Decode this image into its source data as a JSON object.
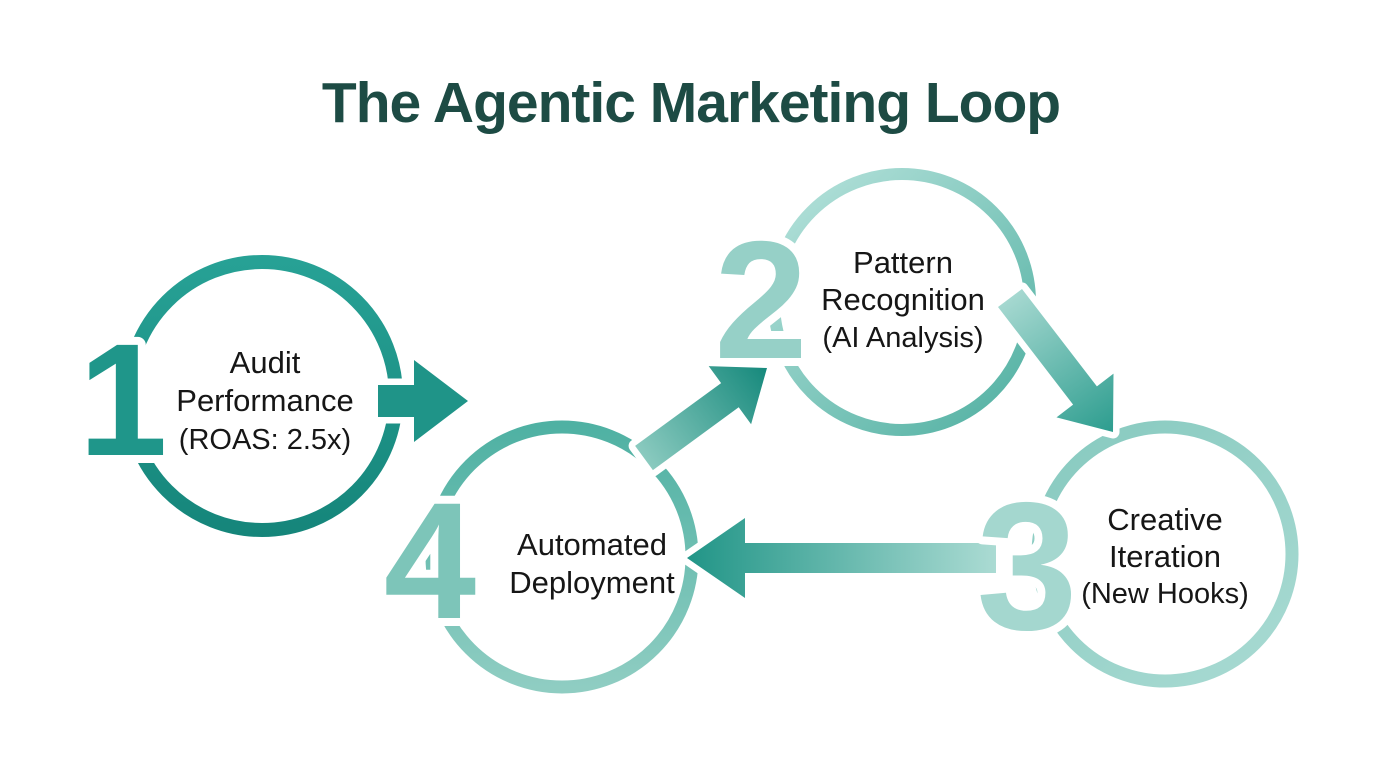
{
  "title": "The Agentic Marketing Loop",
  "steps": [
    {
      "number": "1",
      "lines": [
        "Audit",
        "Performance",
        "(ROAS: 2.5x)"
      ]
    },
    {
      "number": "2",
      "lines": [
        "Pattern",
        "Recognition",
        "(AI Analysis)"
      ]
    },
    {
      "number": "3",
      "lines": [
        "Creative",
        "Iteration",
        "(New Hooks)"
      ]
    },
    {
      "number": "4",
      "lines": [
        "Automated",
        "Deployment"
      ]
    }
  ],
  "arrows": [
    {
      "name": "from-step-1",
      "direction": "right"
    },
    {
      "name": "step-4-to-step-2",
      "direction": "up-right"
    },
    {
      "name": "step-2-to-step-3",
      "direction": "down-right"
    },
    {
      "name": "step-3-to-step-4",
      "direction": "left"
    }
  ],
  "colors": {
    "background": "#ffffff",
    "title": "#1d4b44",
    "label": "#161616",
    "ring1_a": "#27a195",
    "ring1_b": "#15857a",
    "ring2_a": "#b4e1da",
    "ring2_b": "#55b2a4",
    "ring3_a": "#8acbc1",
    "ring3_b": "#a6d9d1",
    "ring4_a": "#4fb1a3",
    "ring4_b": "#8fcdc2",
    "num1": "#1f968a",
    "num2": "#96d0c7",
    "num3": "#a4d7cf",
    "num4": "#7dc5b9",
    "arrow1": "#1f9488",
    "arrow2_a": "#8ccbc0",
    "arrow2_b": "#16897c",
    "arrow3_a": "#a5d8d0",
    "arrow3_b": "#2f9e90",
    "arrow4_a": "#abdbd3",
    "arrow4_b": "#219587"
  }
}
